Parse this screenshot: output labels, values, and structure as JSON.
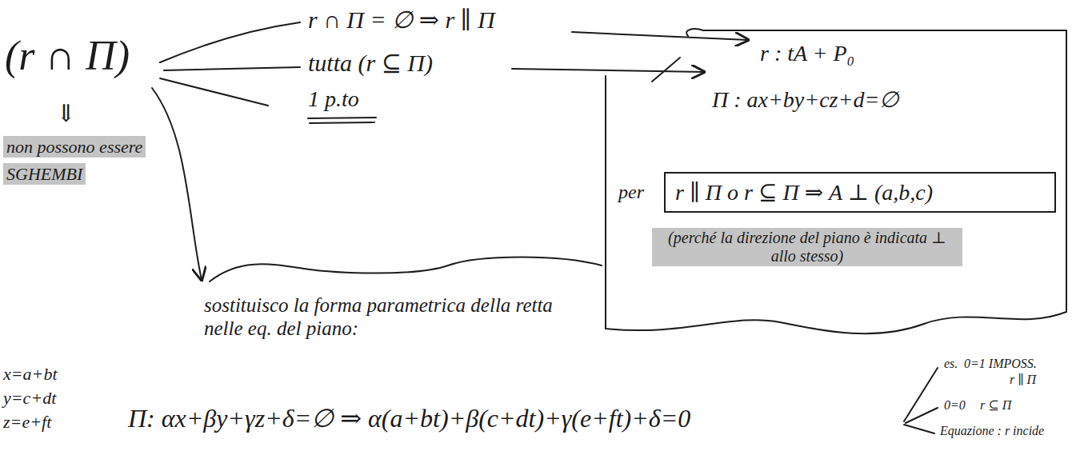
{
  "diagram": {
    "nodes": [
      {
        "text": [
          "r : tA + P₀",
          "Π : ax+by+cz+d=∅",
          "per",
          "(perché la direzione del piano è indicata ⊥ allo stesso)"
        ]
      },
      {
        "text": [
          "r ∥ Π o r ⊆ Π ⇒ A ⊥ (a,b,c)"
        ],
        "in": 0
      }
    ],
    "labels": [
      "(r ∩ Π)",
      "r ∩ Π = ∅ ⇒ r ∥ Π",
      "tutta (r ⊆ Π)",
      "1 p.to",
      "⇓",
      "non possono essere",
      "SGHEMBI",
      "sostituisco la forma parametrica della retta nelle eq. del piano:",
      "x=a+bt",
      "y=c+dt",
      "z=e+ft",
      "Π: αx+βy+γz+δ=∅ ⇒ α(a+bt)+β(c+dt)+γ(e+ft)+δ=0",
      "es.",
      "0=1 IMPOSS.",
      "r ∥ Π",
      "0=0",
      "r ⊆ Π",
      "Equazione : r incide"
    ]
  }
}
